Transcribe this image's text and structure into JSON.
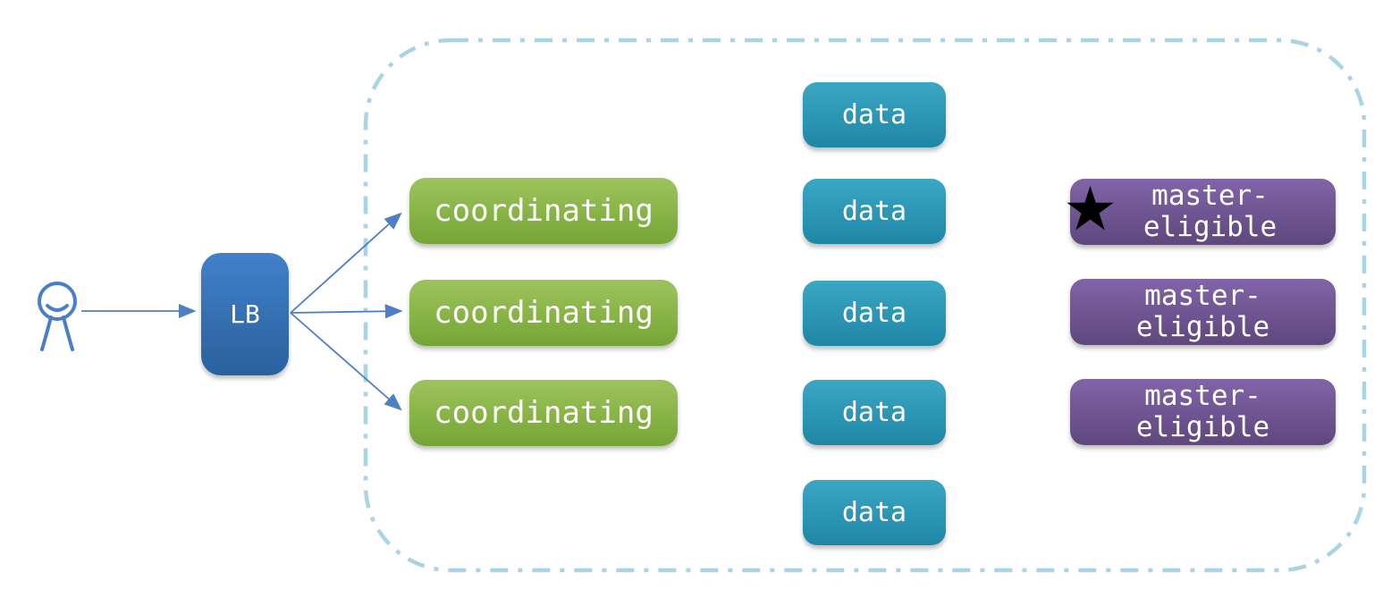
{
  "diagram": {
    "type": "architecture-diagram",
    "description": "Client through load balancer to cluster of coordinating, data and master-eligible nodes",
    "actor": {
      "icon": "person-icon"
    },
    "load_balancer": {
      "label": "LB"
    },
    "cluster": {
      "coordinating_nodes": [
        {
          "label": "coordinating"
        },
        {
          "label": "coordinating"
        },
        {
          "label": "coordinating"
        }
      ],
      "data_nodes": [
        {
          "label": "data"
        },
        {
          "label": "data"
        },
        {
          "label": "data"
        },
        {
          "label": "data"
        },
        {
          "label": "data"
        }
      ],
      "master_eligible_nodes": [
        {
          "label": "master-\neligible",
          "starred": true,
          "star_icon": "★"
        },
        {
          "label": "master-\neligible",
          "starred": false
        },
        {
          "label": "master-\neligible",
          "starred": false
        }
      ]
    },
    "colors": {
      "lb_gradient_top": "#4181CA",
      "lb_gradient_bottom": "#2A609D",
      "coordinating_gradient_top": "#9DC45C",
      "coordinating_gradient_bottom": "#76A535",
      "data_gradient_top": "#3AA7C4",
      "data_gradient_bottom": "#1F87A6",
      "master_gradient_top": "#8164A9",
      "master_gradient_bottom": "#5F477D",
      "cluster_border": "#A9D5E3",
      "arrow": "#4C7FC4",
      "person_icon": "#4B7EC8",
      "star": "#000000",
      "label_text": "#FFFFFF"
    }
  }
}
